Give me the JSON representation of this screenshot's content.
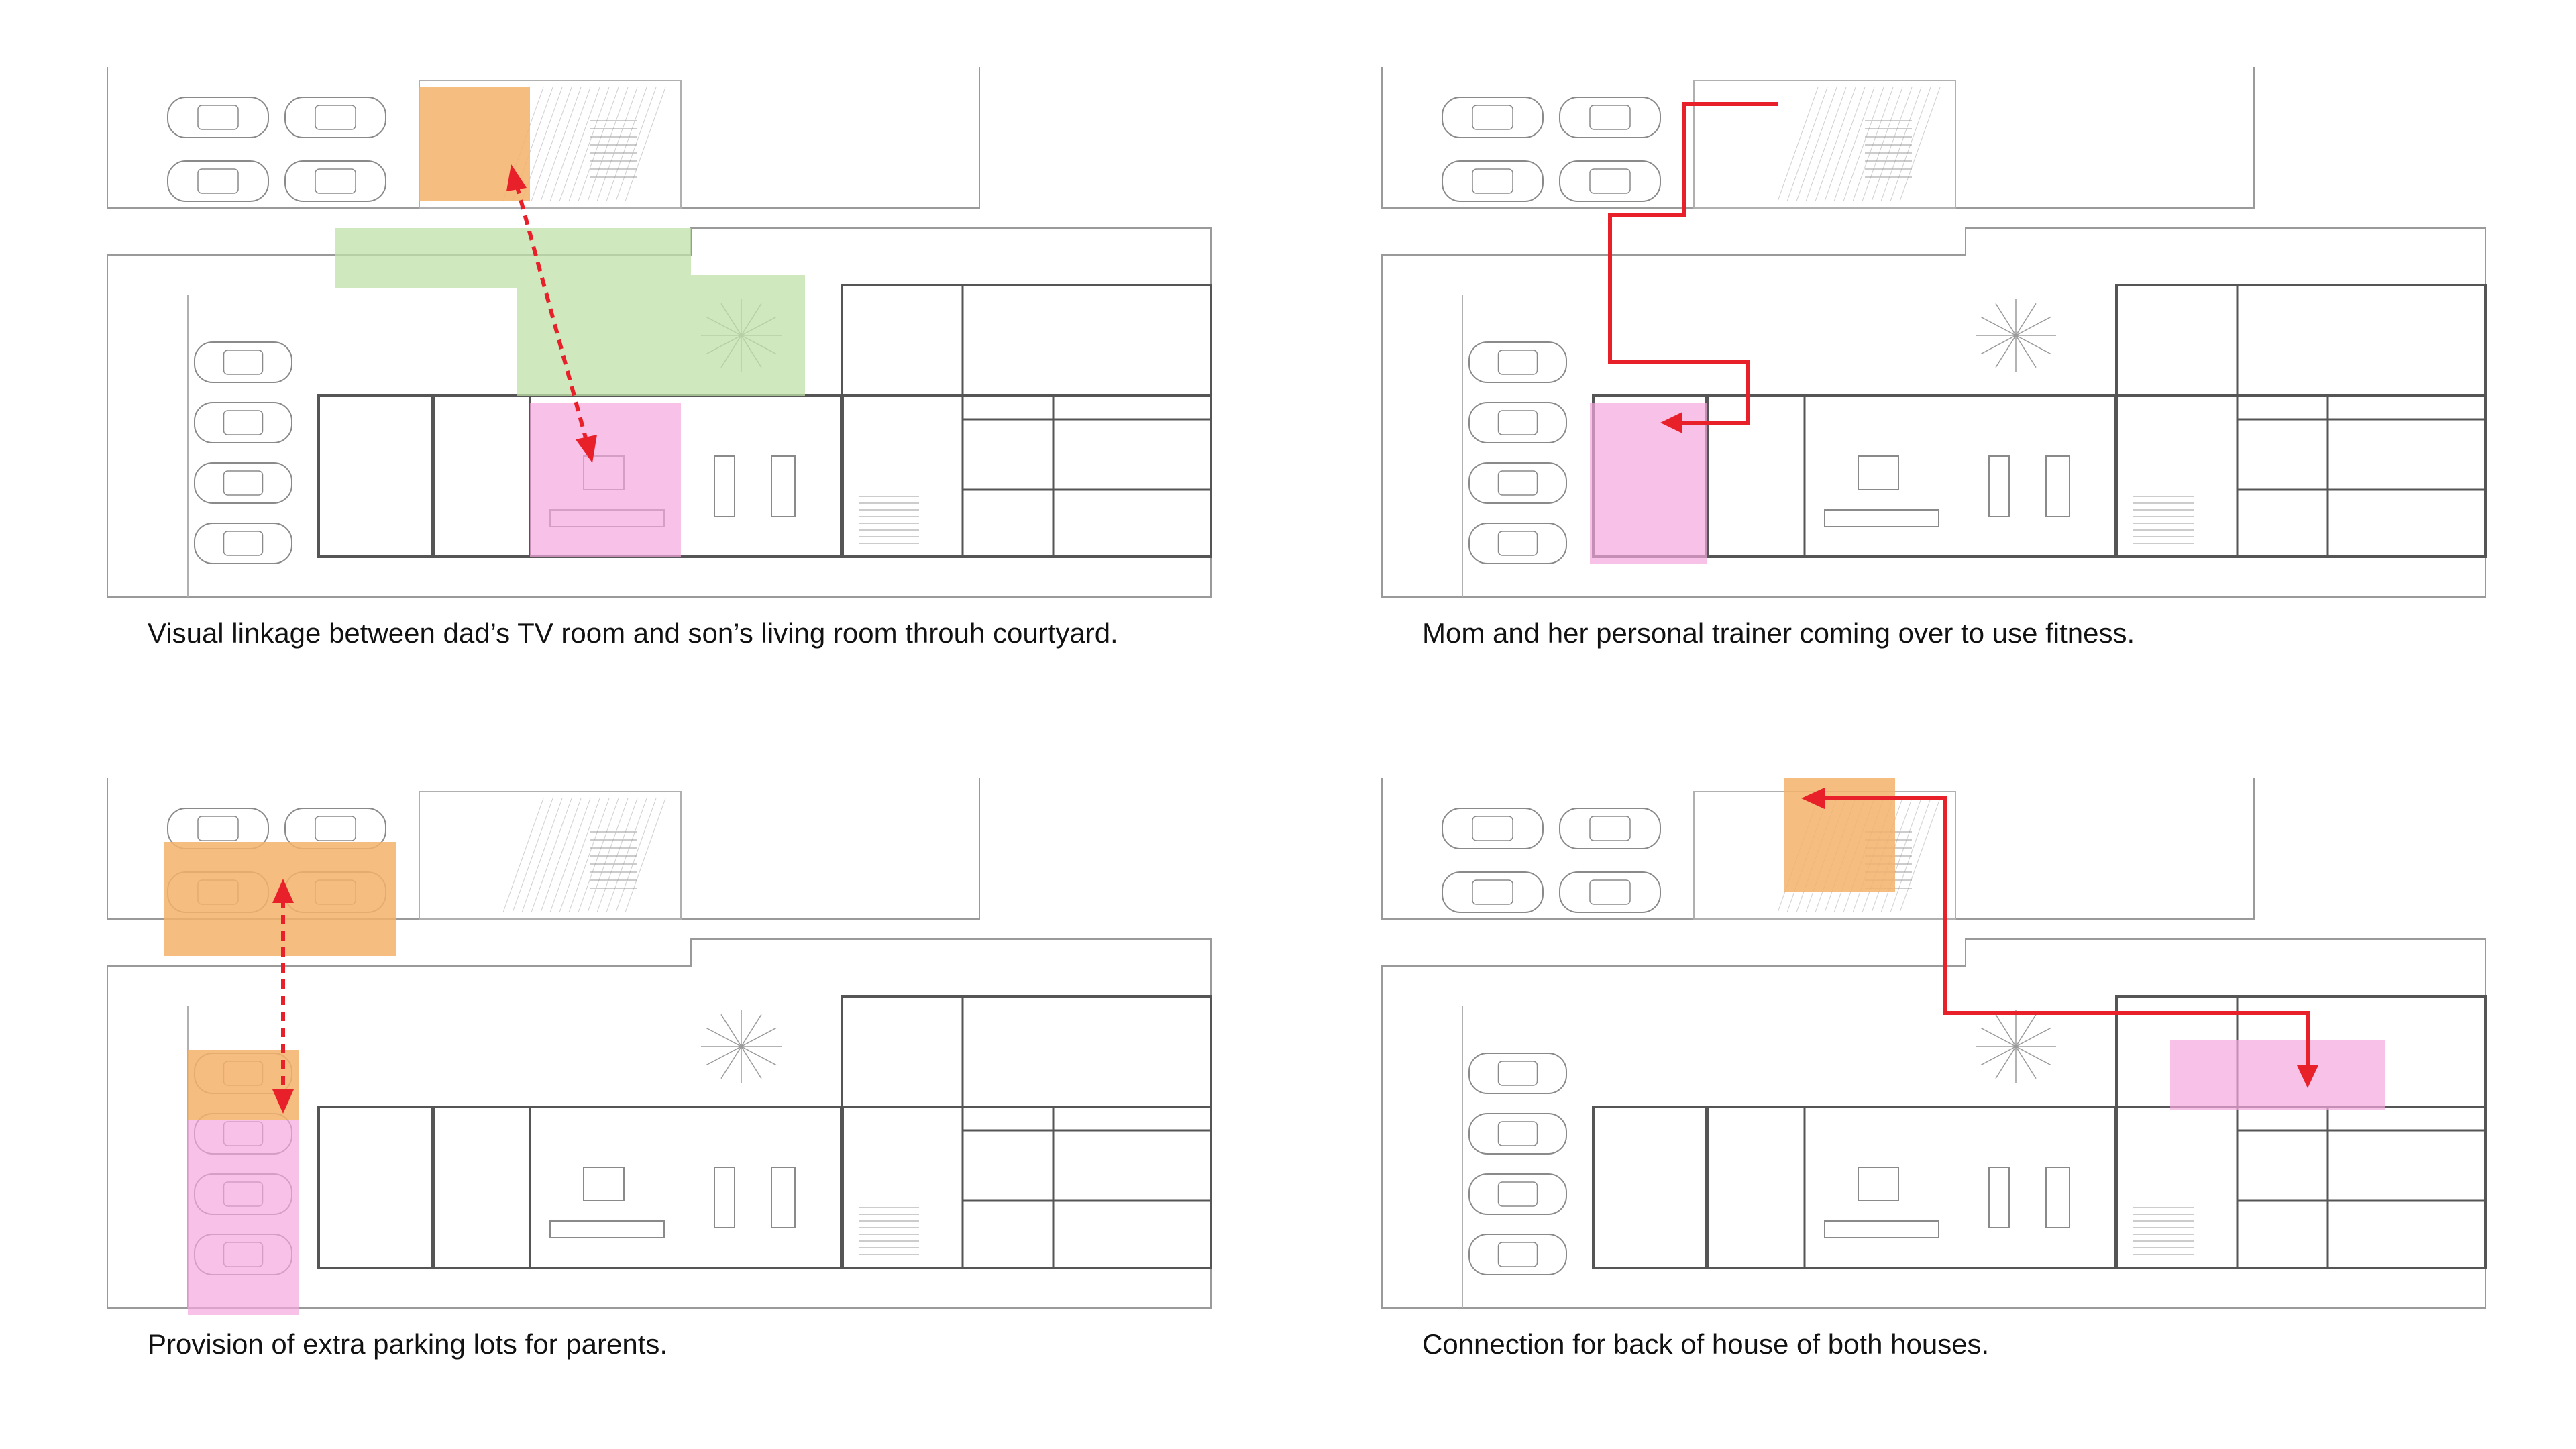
{
  "panels": [
    {
      "caption": "Visual linkage between dad’s TV room and son’s living room throuh courtyard.",
      "highlights": [
        "orange-upper-room",
        "green-courtyard",
        "pink-living-room"
      ],
      "arrow": "dashed-double"
    },
    {
      "caption": "Mom and her personal trainer coming over to use fitness.",
      "highlights": [
        "pink-fitness-room"
      ],
      "arrow": "solid-route"
    },
    {
      "caption": "Provision of extra parking lots for parents.",
      "highlights": [
        "orange-upper-parking",
        "orange-lower-parking",
        "pink-lower-parking"
      ],
      "arrow": "dashed-double"
    },
    {
      "caption": "Connection for back of house of both houses.",
      "highlights": [
        "orange-upper-room",
        "pink-kitchen"
      ],
      "arrow": "solid-route"
    }
  ],
  "colors": {
    "orange": "#f4b26b",
    "green": "#bfe0a8",
    "pink": "#f3a6de",
    "arrow": "#e8202a",
    "line": "#9a9a9a",
    "wall": "#555555",
    "text": "#111111"
  }
}
